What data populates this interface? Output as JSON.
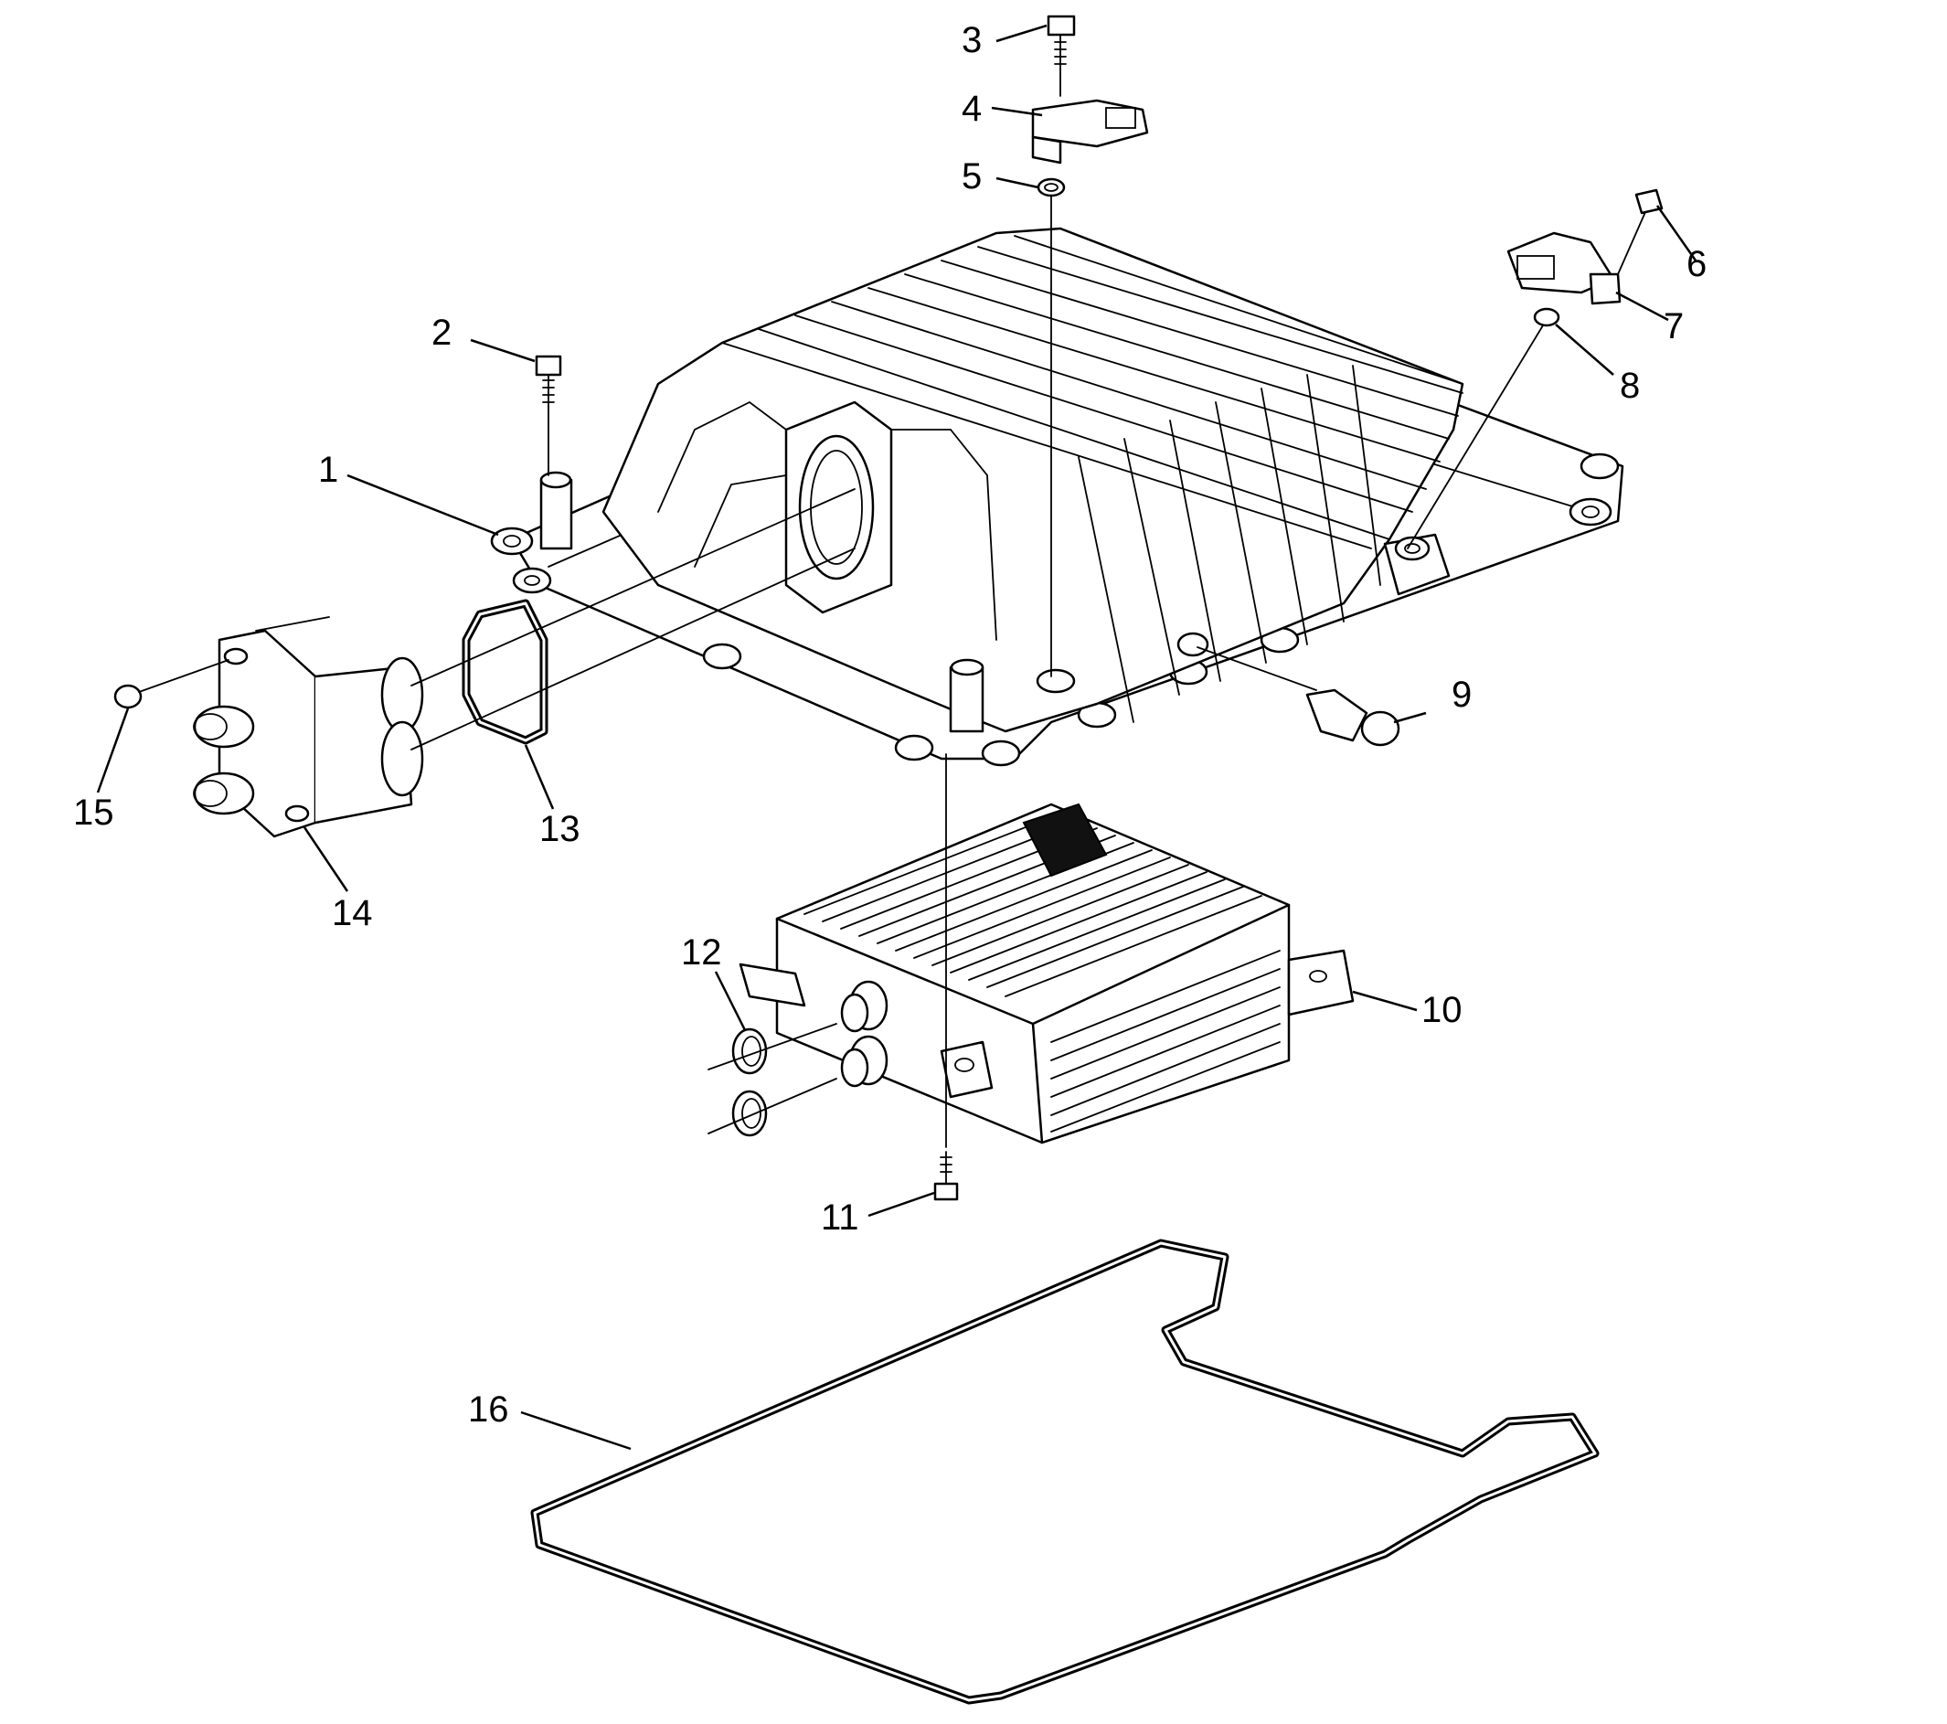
{
  "figure": {
    "callouts": [
      {
        "id": "1",
        "label": "1"
      },
      {
        "id": "2",
        "label": "2"
      },
      {
        "id": "3",
        "label": "3"
      },
      {
        "id": "4",
        "label": "4"
      },
      {
        "id": "5",
        "label": "5"
      },
      {
        "id": "6",
        "label": "6"
      },
      {
        "id": "7",
        "label": "7"
      },
      {
        "id": "8",
        "label": "8"
      },
      {
        "id": "9",
        "label": "9"
      },
      {
        "id": "10",
        "label": "10"
      },
      {
        "id": "11",
        "label": "11"
      },
      {
        "id": "12",
        "label": "12"
      },
      {
        "id": "13",
        "label": "13"
      },
      {
        "id": "14",
        "label": "14"
      },
      {
        "id": "15",
        "label": "15"
      },
      {
        "id": "16",
        "label": "16"
      }
    ],
    "colors": {
      "line": "#000000",
      "background": "#ffffff"
    }
  }
}
